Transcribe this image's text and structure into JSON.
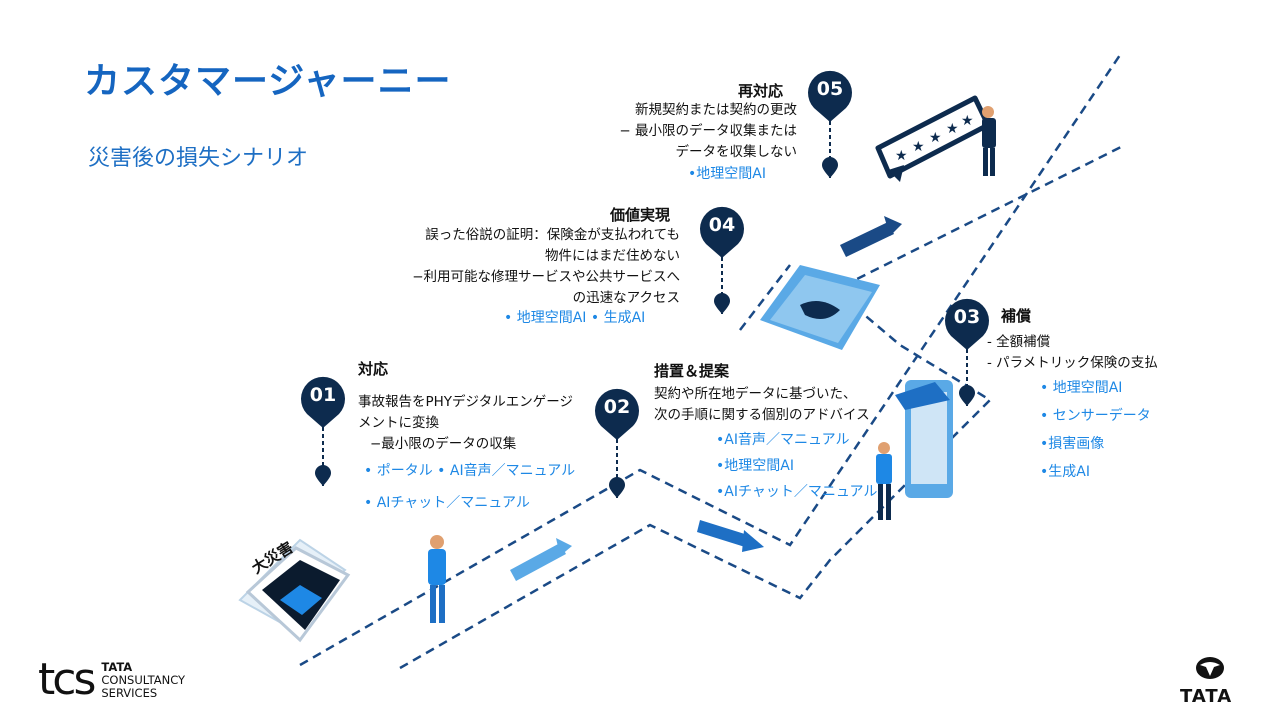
{
  "slide": {
    "title": "カスタマージャーニー",
    "subtitle": "災害後の損失シナリオ"
  },
  "disaster": {
    "label": "大災害"
  },
  "stages": [
    {
      "number": "01",
      "title": "対応",
      "lines": [
        "事故報告をPHYデジタルエンゲージ",
        "メントに変換",
        "−最小限のデータの収集"
      ],
      "tags_line1": "• ポータル • AI音声／マニュアル",
      "tags_line2": "• AIチャット／マニュアル"
    },
    {
      "number": "02",
      "title": "措置＆提案",
      "lines": [
        "契約や所在地データに基づいた、",
        "次の手順に関する個別のアドバイス"
      ],
      "tags": [
        "•AI音声／マニュアル",
        "•地理空間AI",
        "•AIチャット／マニュアル"
      ]
    },
    {
      "number": "03",
      "title": "補償",
      "lines": [
        "- 全額補償",
        "- パラメトリック保険の支払"
      ],
      "tags": [
        "• 地理空間AI",
        "• センサーデータ",
        "•損害画像",
        "•生成AI"
      ]
    },
    {
      "number": "04",
      "title": "価値実現",
      "lines": [
        "誤った俗説の証明：保険金が支払われても",
        "物件にはまだ住めない",
        "−利用可能な修理サービスや公共サービスへ",
        "の迅速なアクセス"
      ],
      "tags_line1": "• 地理空間AI • 生成AI"
    },
    {
      "number": "05",
      "title": "再対応",
      "lines": [
        "新規契約または契約の更改",
        "− 最小限のデータ収集または",
        "データを収集しない"
      ],
      "tags_line1": "•地理空間AI"
    }
  ],
  "logos": {
    "tcs_mark": "tcs",
    "tcs_line1": "TATA",
    "tcs_line2": "CONSULTANCY",
    "tcs_line3": "SERVICES",
    "tata_text": "TATA"
  },
  "colors": {
    "title_blue": "#1565c0",
    "pin_navy": "#0d2b4e",
    "accent_blue": "#1e88e5",
    "dash_navy": "#1a4a86"
  }
}
